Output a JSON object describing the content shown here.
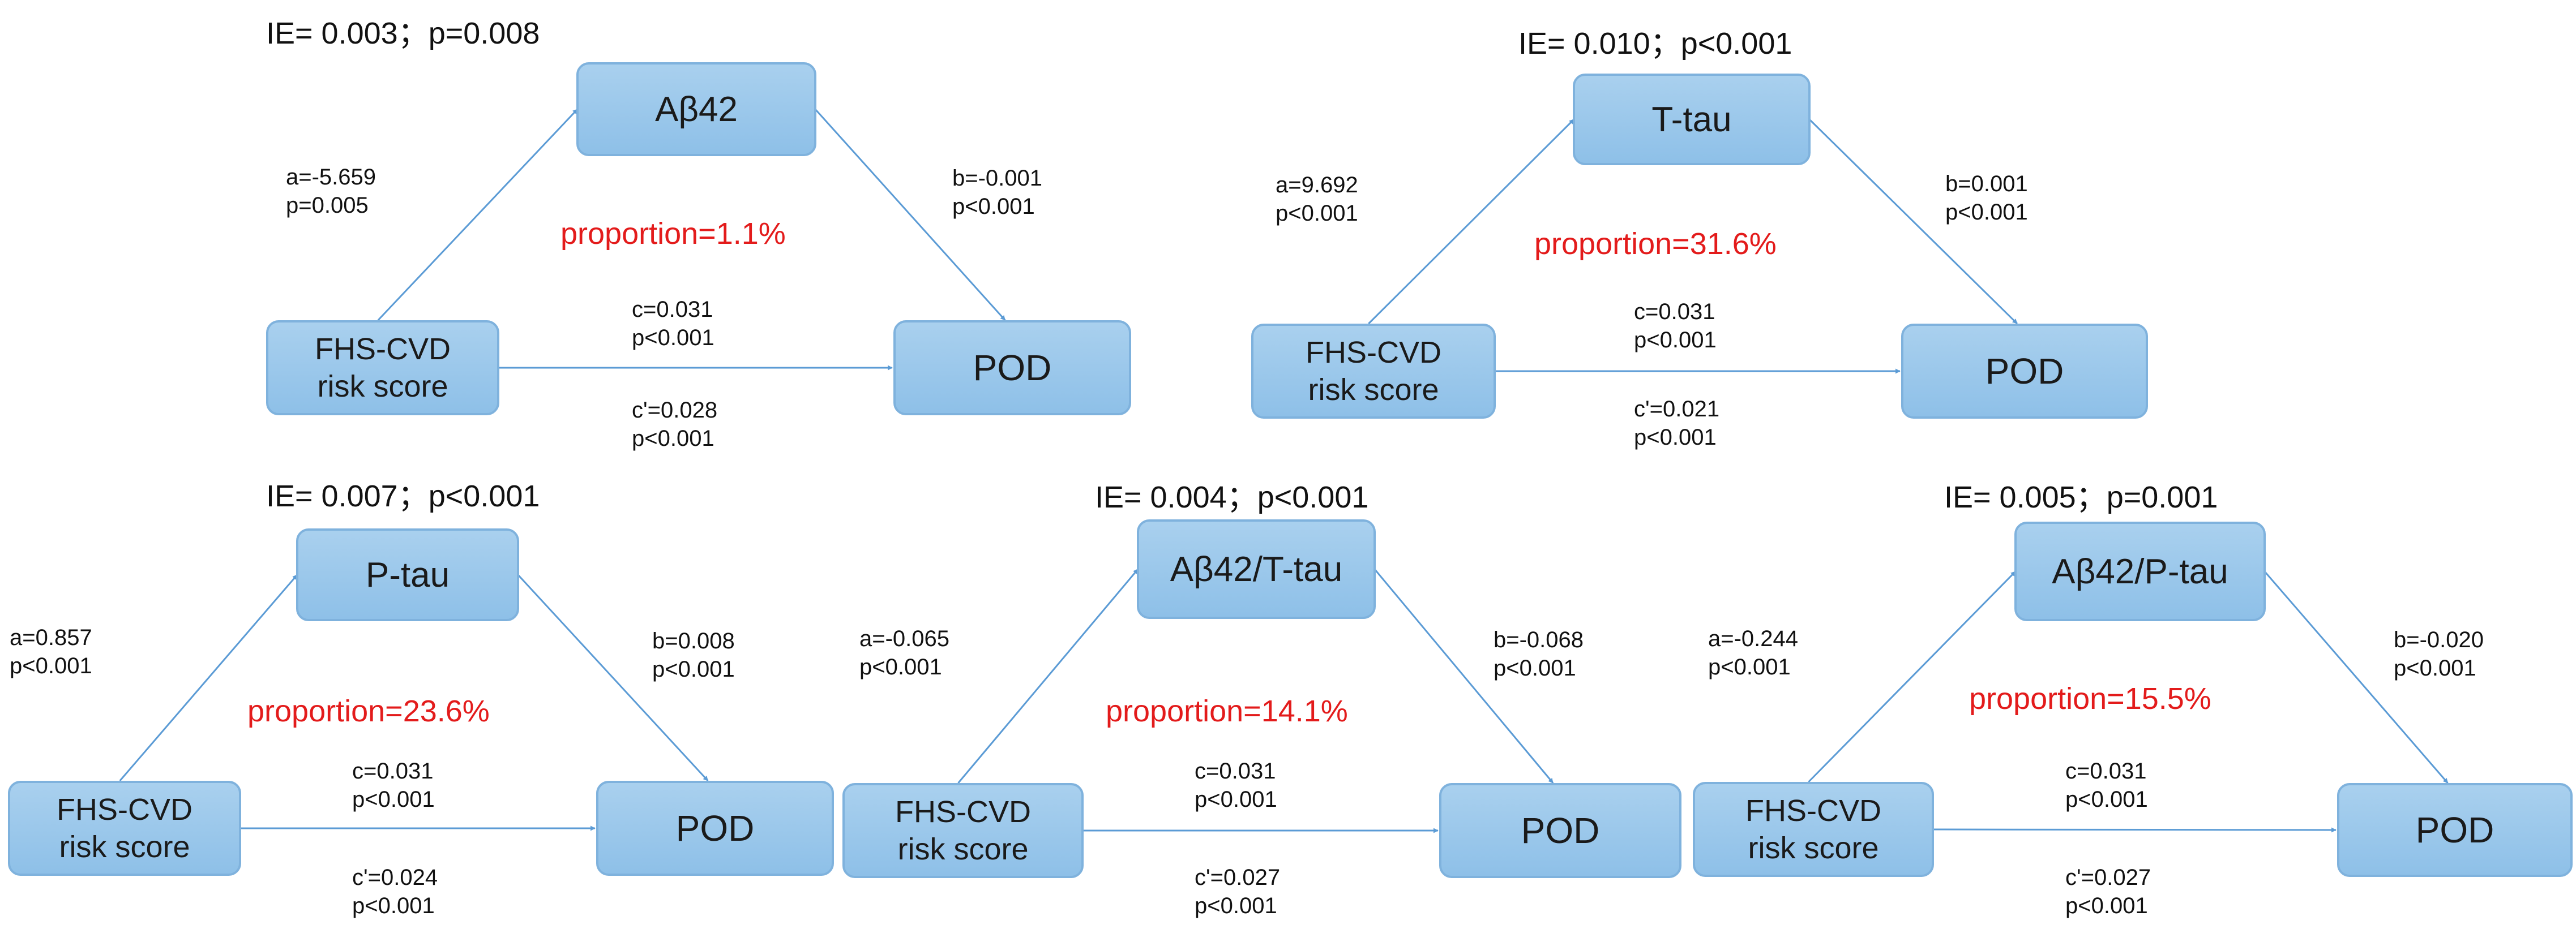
{
  "panels": [
    {
      "ie": "IE= 0.003；p=0.008",
      "mediator": "Aβ42",
      "exposure_line1": "FHS-CVD",
      "exposure_line2": "risk score",
      "outcome": "POD",
      "a_coef": "a=-5.659",
      "a_p": "p=0.005",
      "b_coef": "b=-0.001",
      "b_p": "p<0.001",
      "c_coef": "c=0.031",
      "c_p": "p<0.001",
      "cprime_coef": "c'=0.028",
      "cprime_p": "p<0.001",
      "proportion": "proportion=1.1%"
    },
    {
      "ie": "IE= 0.010；p<0.001",
      "mediator": "T-tau",
      "exposure_line1": "FHS-CVD",
      "exposure_line2": "risk score",
      "outcome": "POD",
      "a_coef": "a=9.692",
      "a_p": "p<0.001",
      "b_coef": "b=0.001",
      "b_p": "p<0.001",
      "c_coef": "c=0.031",
      "c_p": "p<0.001",
      "cprime_coef": "c'=0.021",
      "cprime_p": "p<0.001",
      "proportion": "proportion=31.6%"
    },
    {
      "ie": "IE= 0.007；p<0.001",
      "mediator": "P-tau",
      "exposure_line1": "FHS-CVD",
      "exposure_line2": "risk score",
      "outcome": "POD",
      "a_coef": "a=0.857",
      "a_p": "p<0.001",
      "b_coef": "b=0.008",
      "b_p": "p<0.001",
      "c_coef": "c=0.031",
      "c_p": "p<0.001",
      "cprime_coef": "c'=0.024",
      "cprime_p": "p<0.001",
      "proportion": "proportion=23.6%"
    },
    {
      "ie": "IE= 0.004；p<0.001",
      "mediator": "Aβ42/T-tau",
      "exposure_line1": "FHS-CVD",
      "exposure_line2": "risk score",
      "outcome": "POD",
      "a_coef": "a=-0.065",
      "a_p": "p<0.001",
      "b_coef": "b=-0.068",
      "b_p": "p<0.001",
      "c_coef": "c=0.031",
      "c_p": "p<0.001",
      "cprime_coef": "c'=0.027",
      "cprime_p": "p<0.001",
      "proportion": "proportion=14.1%"
    },
    {
      "ie": "IE= 0.005；p=0.001",
      "mediator": "Aβ42/P-tau",
      "exposure_line1": "FHS-CVD",
      "exposure_line2": "risk score",
      "outcome": "POD",
      "a_coef": "a=-0.244",
      "a_p": "p<0.001",
      "b_coef": "b=-0.020",
      "b_p": "p<0.001",
      "c_coef": "c=0.031",
      "c_p": "p<0.001",
      "cprime_coef": "c'=0.027",
      "cprime_p": "p<0.001",
      "proportion": "proportion=15.5%"
    }
  ],
  "colors": {
    "box_fill": "#9ec9eb",
    "box_border": "#7fb2dd",
    "arrow": "#5b9bd5",
    "proportion": "#e31b1b"
  }
}
